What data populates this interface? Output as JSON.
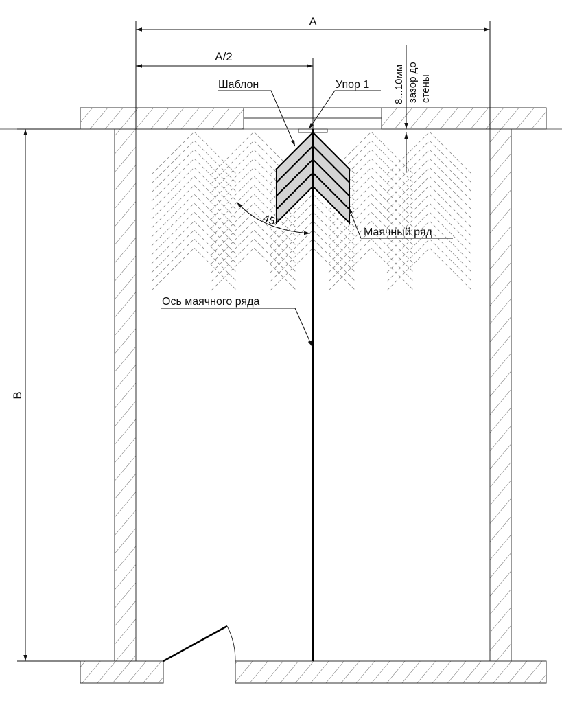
{
  "labels": {
    "dim_a": "A",
    "dim_a_half": "A/2",
    "dim_b": "B",
    "template": "Шаблон",
    "stop": "Упор 1",
    "gap_value": "8...10мм",
    "gap_text_1": "зазор до",
    "gap_text_2": "стены",
    "angle": "45°",
    "beacon_row": "Маячный ряд",
    "beacon_axis": "Ось маячного ряда"
  },
  "colors": {
    "line": "#111111",
    "template_fill": "#d4d4d4",
    "pattern": "#888888"
  },
  "template_boards_per_side": 4
}
